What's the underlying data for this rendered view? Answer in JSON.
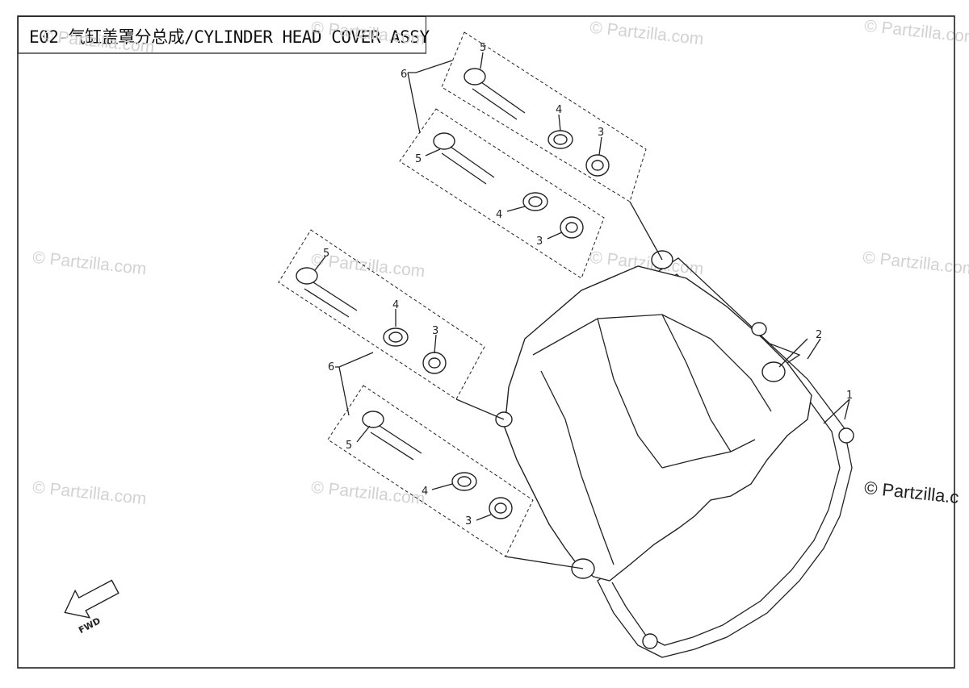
{
  "title": "E02-气缸盖罩分总成/CYLINDER HEAD COVER ASSY",
  "watermark": "© Partzilla.com",
  "watermark_corner": "© Partzilla.c",
  "fwd_label": "FWD",
  "callouts": {
    "c1": "1",
    "c2": "2",
    "c3a": "3",
    "c3b": "3",
    "c3c": "3",
    "c3d": "3",
    "c4a": "4",
    "c4b": "4",
    "c4c": "4",
    "c4d": "4",
    "c5a": "5",
    "c5b": "5",
    "c5c": "5",
    "c5d": "5",
    "c6a": "6",
    "c6b": "6"
  }
}
